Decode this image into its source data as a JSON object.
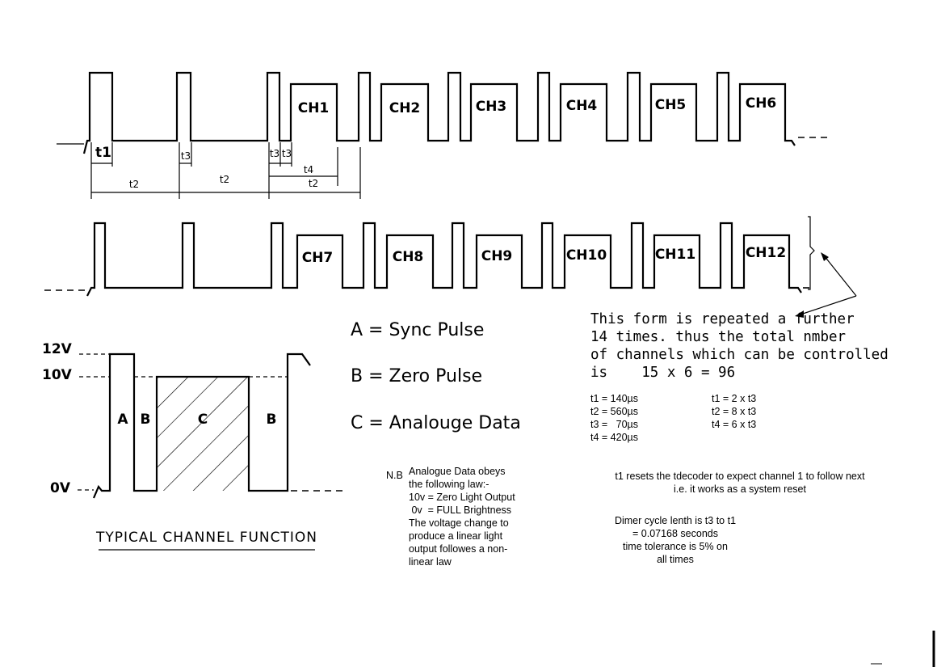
{
  "row1_channels": [
    "CH1",
    "CH2",
    "CH3",
    "CH4",
    "CH5",
    "CH6"
  ],
  "row2_channels": [
    "CH7",
    "CH8",
    "CH9",
    "CH10",
    "CH11",
    "CH12"
  ],
  "timing_labels": {
    "t1": "t1",
    "t2a": "t2",
    "t2b": "t2",
    "t2c": "t2",
    "t3a": "t3",
    "t3b": "t3",
    "t3c": "t3",
    "t4": "t4"
  },
  "channel_function": {
    "v12": "12V",
    "v10": "10V",
    "v0": "0V",
    "label_a": "A",
    "label_b1": "B",
    "label_c": "C",
    "label_b2": "B",
    "title": "TYPICAL CHANNEL FUNCTION"
  },
  "legend": {
    "a": "A = Sync Pulse",
    "b": "B = Zero Pulse",
    "c": "C = Analouge Data"
  },
  "repeat_note": [
    "This form is repeated a further",
    "14 times. thus the total nmber",
    "of channels which can be controlled",
    "is    15 x 6 = 96"
  ],
  "timing_values_left": [
    "t1 = 140µs",
    "t2 = 560µs",
    "t3 =   70µs",
    "t4 = 420µs"
  ],
  "timing_values_right": [
    "t1 = 2 x t3",
    "t2 = 8 x t3",
    "t4 = 6 x t3"
  ],
  "nb": {
    "prefix": "N.B",
    "lines": [
      "Analogue Data obeys",
      "the following law:-",
      "10v = Zero Light Output",
      " 0v  = FULL Brightness",
      "The voltage change to",
      "produce a linear light",
      "output followes a non-",
      "linear law"
    ]
  },
  "reset_note": [
    "t1 resets the tdecoder to expect channel 1 to follow next",
    "i.e. it works as a system reset"
  ],
  "cycle_note": [
    "Dimer cycle lenth is t3 to t1",
    "= 0.07168 seconds",
    "time tolerance is 5% on",
    "all times"
  ]
}
